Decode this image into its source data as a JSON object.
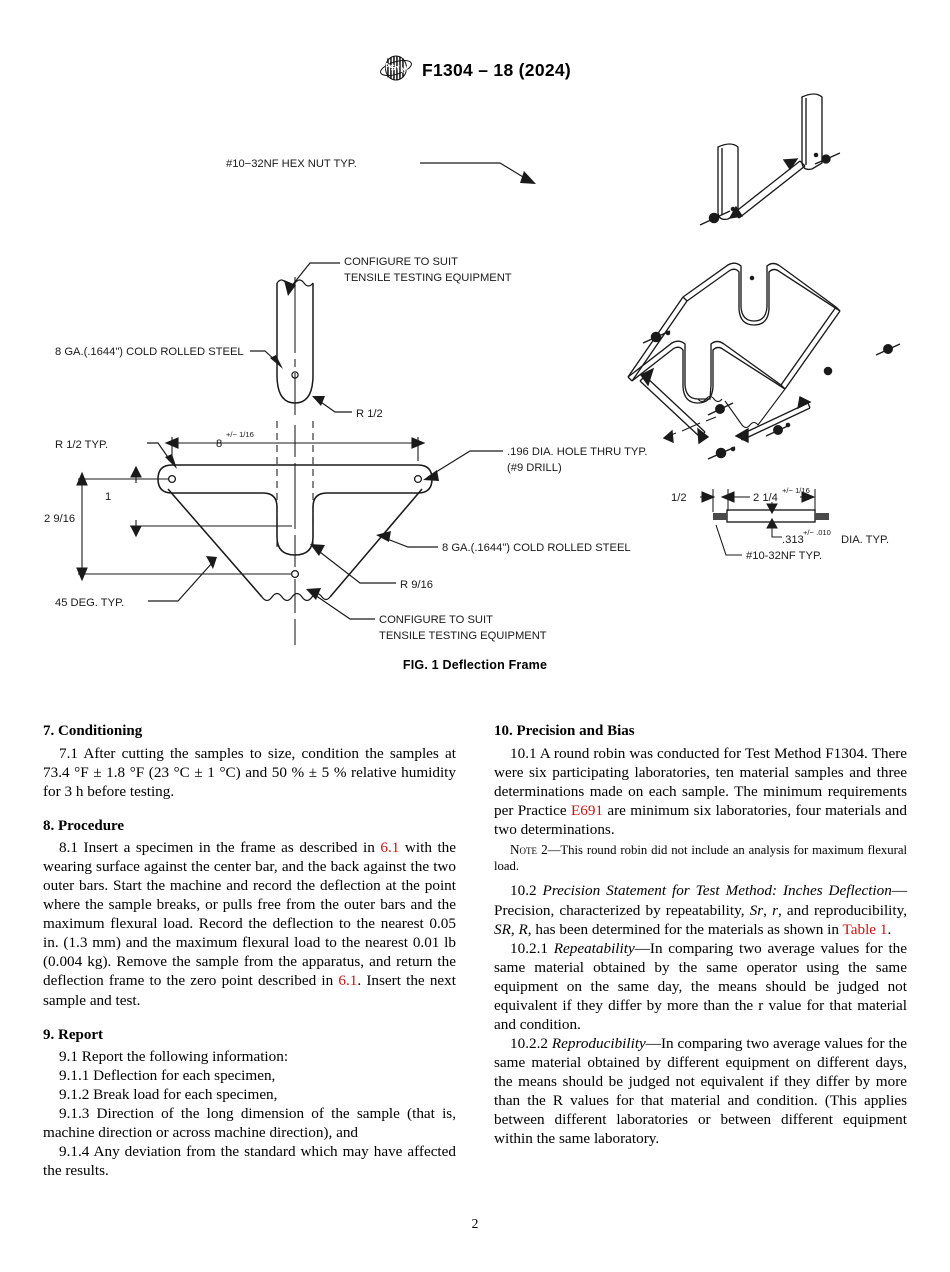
{
  "header": {
    "logo_alt": "ASTM International logo",
    "designation": "F1304 – 18 (2024)"
  },
  "figure": {
    "caption": "FIG. 1  Deflection Frame",
    "labels": {
      "hex_nut": "#10−32NF HEX NUT TYP.",
      "configure_top": "CONFIGURE TO SUIT",
      "configure_top2": "TENSILE TESTING EQUIPMENT",
      "steel_upper": "8 GA.(.1644\") COLD ROLLED STEEL",
      "r_half": "R 1/2",
      "r_half_typ": "R 1/2 TYP.",
      "hole_dia": ".196 DIA. HOLE THRU TYP.",
      "hole_drill": "(#9 DRILL)",
      "steel_lower": "8 GA.(.1644\") COLD ROLLED STEEL",
      "r_916": "R 9/16",
      "deg45": "45 DEG. TYP.",
      "configure_bottom": "CONFIGURE TO SUIT",
      "configure_bottom2": "TENSILE TESTING EQUIPMENT",
      "dim_8": "8",
      "dim_8_tol": "+/− 1/16",
      "dim_2916": "2 9/16",
      "dim_1": "1",
      "bar_half": "1/2",
      "bar_214": "2 1/4",
      "bar_214_tol": "+/− 1/16",
      "bar_dia": ".313",
      "bar_dia_tol": "+/− .010",
      "bar_dia_suffix": "DIA. TYP.",
      "bar_thread": "#10-32NF TYP."
    }
  },
  "left_column": {
    "sec7_head": "7.  Conditioning",
    "sec7_p1_a": "7.1  After cutting the samples to size, condition the samples at 73.4 °F ± 1.8 °F (23 °C ± 1 °C) and 50 % ± 5 % relative humidity for 3 h before testing.",
    "sec8_head": "8.  Procedure",
    "sec8_p1_a": "8.1  Insert a specimen in the frame as described in ",
    "sec8_xref1": "6.1",
    "sec8_p1_b": " with the wearing surface against the center bar, and the back against the two outer bars. Start the machine and record the deflection at the point where the sample breaks, or pulls free from the outer bars and the maximum flexural load. Record the deflection to the nearest 0.05 in. (1.3 mm) and the maximum flexural load to the nearest 0.01 lb (0.004 kg). Remove the sample from the apparatus, and return the deflection frame to the zero point described in ",
    "sec8_xref2": "6.1",
    "sec8_p1_c": ". Insert the next sample and test.",
    "sec9_head": "9.  Report",
    "sec9_p1": "9.1  Report the following information:",
    "sec9_p2": "9.1.1  Deflection for each specimen,",
    "sec9_p3": "9.1.2  Break load for each specimen,",
    "sec9_p4": "9.1.3  Direction of the long dimension of the sample (that is, machine direction or across machine direction), and",
    "sec9_p5": "9.1.4  Any deviation from the standard which may have affected the results."
  },
  "right_column": {
    "sec10_head": "10.  Precision and Bias",
    "sec10_p1_a": "10.1  A round robin was conducted for Test Method F1304. There were six participating laboratories, ten material samples and three determinations made on each sample. The minimum requirements per Practice ",
    "sec10_xref1": "E691",
    "sec10_p1_b": " are minimum six laboratories, four materials and two determinations.",
    "note_label": "Note 2",
    "note_text": "—This round robin did not include an analysis for maximum flexural load.",
    "sec102_num": "10.2  ",
    "sec102_ital": "Precision Statement for Test Method: Inches Deflection",
    "sec102_a": "—Precision, characterized by repeatability, ",
    "sec102_ital2": "Sr",
    "sec102_b": ", ",
    "sec102_ital3": "r",
    "sec102_c": ", and reproducibility, ",
    "sec102_ital4": "SR",
    "sec102_d": ", ",
    "sec102_ital5": "R",
    "sec102_e": ", has been determined for the materials as shown in ",
    "sec102_xref": "Table 1",
    "sec102_f": ".",
    "sec1021_num": "10.2.1  ",
    "sec1021_ital": "Repeatability",
    "sec1021_text": "—In comparing two average values for the same material obtained by the same operator using the same equipment on the same day, the means should be judged not equivalent if they differ by more than the r value for that material and condition.",
    "sec1022_num": "10.2.2  ",
    "sec1022_ital": "Reproducibility",
    "sec1022_text": "—In comparing two average values for the same material obtained by different equipment on different days, the means should be judged not equivalent if they differ by more than the R values for that material and condition. (This applies between different laboratories or between different equipment within the same laboratory."
  },
  "footer": {
    "page_number": "2"
  }
}
